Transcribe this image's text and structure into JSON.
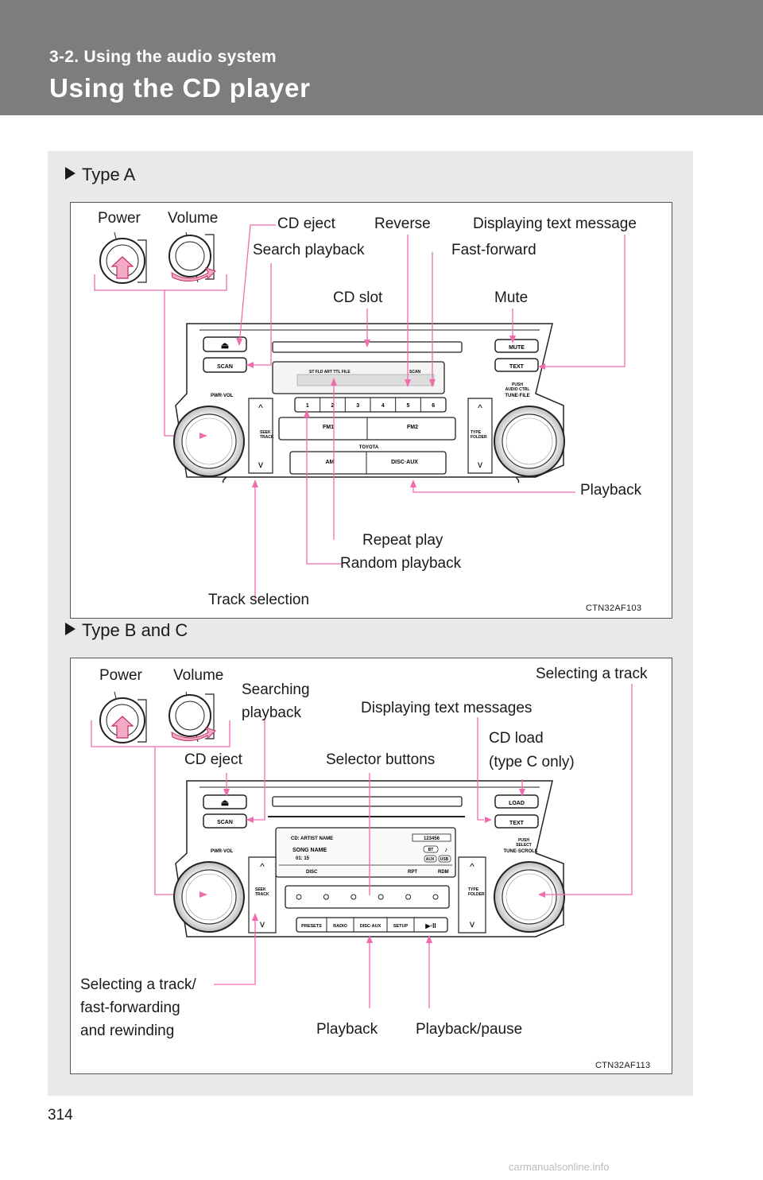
{
  "header": {
    "section": "3-2. Using the audio system",
    "title": "Using the CD player"
  },
  "type_a": {
    "heading": "Type A",
    "figure_code": "CTN32AF103",
    "labels": {
      "power": "Power",
      "volume": "Volume",
      "cd_eject": "CD eject",
      "reverse": "Reverse",
      "displaying_text": "Displaying text message",
      "search_playback": "Search playback",
      "fast_forward": "Fast-forward",
      "cd_slot": "CD slot",
      "mute": "Mute",
      "playback": "Playback",
      "repeat_play": "Repeat play",
      "random_playback": "Random playback",
      "track_selection": "Track selection"
    },
    "unit": {
      "eject": "⏏",
      "scan": "SCAN",
      "mute": "MUTE",
      "text": "TEXT",
      "push_line1": "PUSH",
      "push_line2": "AUDIO CTRL",
      "push_line3": "TUNE·FILE",
      "pwr_vol": "PWR·VOL",
      "seek_line1": "SEEK",
      "seek_line2": "TRACK",
      "type_line1": "TYPE",
      "type_line2": "FOLDER",
      "presets": [
        "1",
        "2",
        "3",
        "4",
        "5",
        "6"
      ],
      "fm1": "FM1",
      "fm2": "FM2",
      "brand": "TOYOTA",
      "am": "AM",
      "disc_aux": "DISC·AUX",
      "scan_small": "SCAN",
      "display_flags": "ST    FLD  ART  TTL  FILE"
    }
  },
  "type_bc": {
    "heading": "Type B and C",
    "figure_code": "CTN32AF113",
    "labels": {
      "power": "Power",
      "volume": "Volume",
      "searching_1": "Searching",
      "searching_2": "playback",
      "selecting_track": "Selecting a track",
      "displaying_text": "Displaying text messages",
      "cd_eject": "CD eject",
      "selector_buttons": "Selector buttons",
      "cd_load_1": "CD load",
      "cd_load_2": "(type C only)",
      "sel_ff_1": "Selecting  a  track/",
      "sel_ff_2": "fast-forwarding",
      "sel_ff_3": "and rewinding",
      "playback": "Playback",
      "playback_pause": "Playback/pause"
    },
    "unit": {
      "eject": "⏏",
      "scan": "SCAN",
      "load": "LOAD",
      "text": "TEXT",
      "push_line1": "PUSH",
      "push_line2": "SELECT",
      "push_line3": "TUNE·SCROLL",
      "pwr_vol": "PWR·VOL",
      "seek_line1": "SEEK",
      "seek_line2": "TRACK",
      "type_line1": "TYPE",
      "type_line2": "FOLDER",
      "screen_artist": "CD:   ARTIST NAME",
      "screen_song": "SONG NAME",
      "screen_time": "01: 15",
      "screen_disc": "DISC",
      "screen_rpt": "RPT",
      "screen_rdm": "RDM",
      "screen_bt": "BT",
      "screen_aux": "AUX",
      "screen_usb": "USB",
      "screen_discs": "123456",
      "btn_presets": "PRESETS",
      "btn_radio": "RADIO",
      "btn_disc_aux": "DISC·AUX",
      "btn_setup": "SETUP",
      "btn_play_pause": "▶·II"
    }
  },
  "page_number": "314",
  "footer": "carmanualsonline.info"
}
